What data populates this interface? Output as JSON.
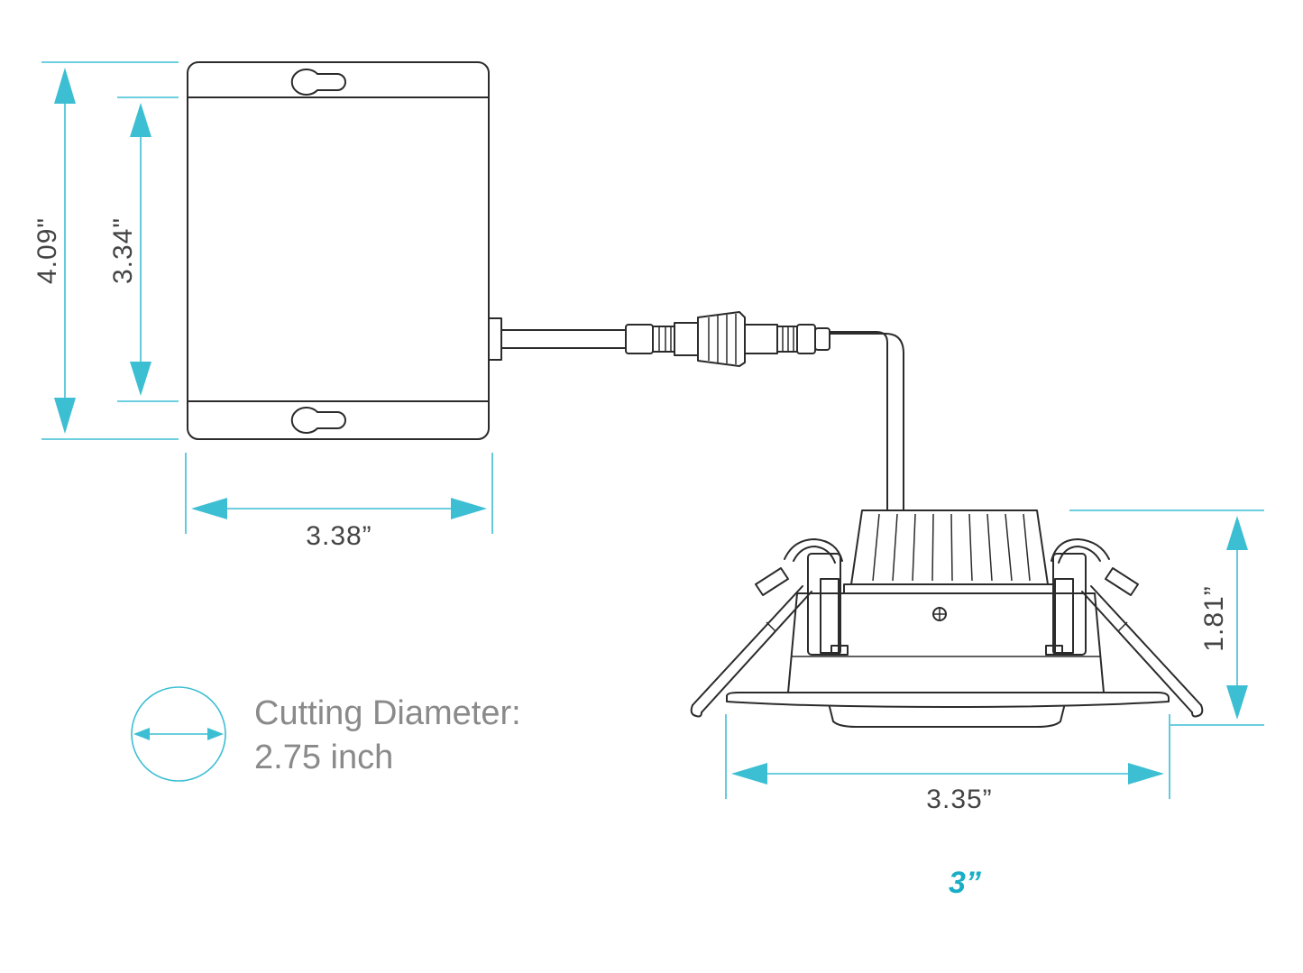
{
  "dimensions": {
    "box_height_total": "4.09\"",
    "box_height_inner": "3.34\"",
    "box_width": "3.38”",
    "light_height": "1.81”",
    "light_width": "3.35”"
  },
  "note": {
    "line1": "Cutting Diameter:",
    "line2": "2.75 inch"
  },
  "size_label": "3”",
  "colors": {
    "accent": "#3cbed3",
    "line": "#2b2b2b",
    "note_text": "#8a8a8a",
    "size_text": "#1aaec6"
  }
}
